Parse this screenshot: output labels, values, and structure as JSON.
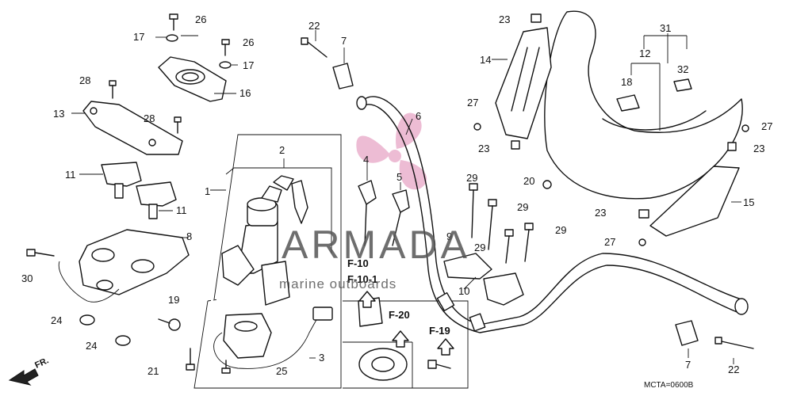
{
  "callouts": {
    "c1": "1",
    "c2": "2",
    "c3": "3",
    "c4": "4",
    "c5": "5",
    "c6": "6",
    "c7a": "7",
    "c7b": "7",
    "c8": "8",
    "c9": "9",
    "c10": "10",
    "c11a": "11",
    "c11b": "11",
    "c12": "12",
    "c13": "13",
    "c14": "14",
    "c15": "15",
    "c16": "16",
    "c17a": "17",
    "c17b": "17",
    "c18": "18",
    "c19": "19",
    "c20": "20",
    "c21": "21",
    "c22a": "22",
    "c22b": "22",
    "c23a": "23",
    "c23b": "23",
    "c23c": "23",
    "c23d": "23",
    "c24a": "24",
    "c24b": "24",
    "c25": "25",
    "c26a": "26",
    "c26b": "26",
    "c27a": "27",
    "c27b": "27",
    "c27c": "27",
    "c28a": "28",
    "c28b": "28",
    "c29a": "29",
    "c29b": "29",
    "c29c": "29",
    "c29d": "29",
    "c30": "30",
    "c31": "31",
    "c32": "32"
  },
  "references": {
    "f10": "F-10",
    "f101": "F-10-1",
    "f20": "F-20",
    "f19": "F-19"
  },
  "watermark": {
    "brand": "ARMADA",
    "tagline": "marine outboards",
    "logo_color": "#e8a6c6"
  },
  "direction_label": "FR.",
  "diagram_code": "MCTA=0600B"
}
